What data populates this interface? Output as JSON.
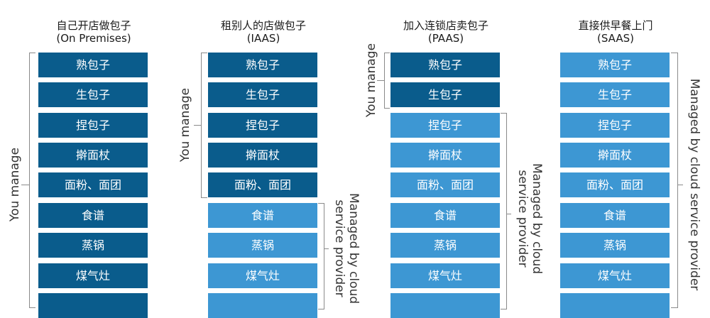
{
  "box_colors": {
    "managed_by_you": "#0a5c8c",
    "managed_by_provider": "#3d97d3"
  },
  "columns": [
    {
      "title_zh": "自己开店做包子",
      "title_en": "(On Premises)",
      "boxes": [
        "熟包子",
        "生包子",
        "捏包子",
        "擀面杖",
        "面粉、面团",
        "食谱",
        "蒸锅",
        "煤气灶"
      ],
      "you_manage_label": "You manage"
    },
    {
      "title_zh": "租别人的店做包子",
      "title_en": "(IAAS)",
      "boxes": [
        "熟包子",
        "生包子",
        "捏包子",
        "擀面杖",
        "面粉、面团",
        "食谱",
        "蒸锅",
        "煤气灶"
      ],
      "you_manage_label": "You manage",
      "provider_label_line1": "Managed by cloud",
      "provider_label_line2": "service provider"
    },
    {
      "title_zh": "加入连锁店卖包子",
      "title_en": "(PAAS)",
      "boxes": [
        "熟包子",
        "生包子",
        "捏包子",
        "擀面杖",
        "面粉、面团",
        "食谱",
        "蒸锅",
        "煤气灶"
      ],
      "you_manage_label": "You manage",
      "provider_label_line1": "Managed by cloud",
      "provider_label_line2": "service provider"
    },
    {
      "title_zh": "直接供早餐上门",
      "title_en": "(SAAS)",
      "boxes": [
        "熟包子",
        "生包子",
        "捏包子",
        "擀面杖",
        "面粉、面团",
        "食谱",
        "蒸锅",
        "煤气灶"
      ],
      "provider_label_line1": "Managed by cloud service provider"
    }
  ]
}
